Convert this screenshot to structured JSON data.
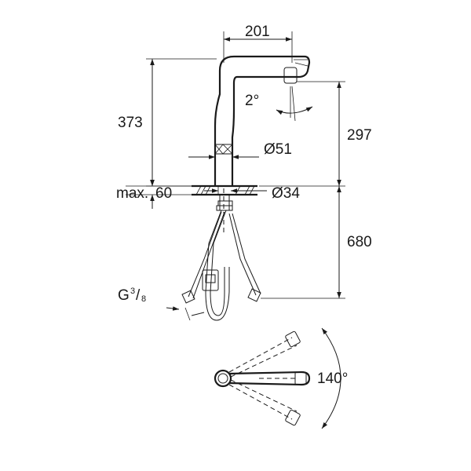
{
  "dimensions": {
    "spout_reach": "201",
    "total_height": "373",
    "swivel_angle": "2°",
    "spout_height": "297",
    "base_diameter": "Ø51",
    "max_counter_thickness_label": "max.",
    "max_counter_thickness_value": "60",
    "hole_diameter": "Ø34",
    "hose_length": "680",
    "connection_thread_base": "G",
    "connection_thread_num": "3",
    "connection_thread_den": "8",
    "rotation_angle": "140°"
  }
}
